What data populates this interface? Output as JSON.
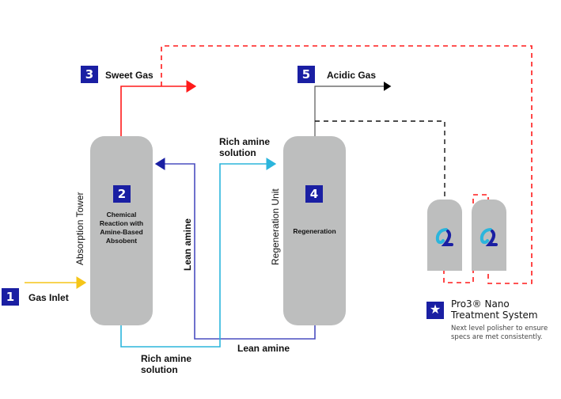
{
  "steps": [
    {
      "num": "1",
      "label": "Gas Inlet"
    },
    {
      "num": "2",
      "label": "Chemical Reaction with Amine-Based Absobent"
    },
    {
      "num": "3",
      "label": "Sweet Gas"
    },
    {
      "num": "4",
      "label": "Regeneration"
    },
    {
      "num": "5",
      "label": "Acidic Gas"
    }
  ],
  "units": {
    "absorption": "Absorption Tower",
    "regeneration": "Regeneration Unit"
  },
  "flows": {
    "rich_top": "Rich amine solution",
    "rich_bottom": "Rich amine solution",
    "lean_vertical": "Lean amine",
    "lean_bottom": "Lean amine"
  },
  "inner": {
    "absorption_lines": [
      "Chemical",
      "Reaction with",
      "Amine-Based",
      "Absobent"
    ],
    "regeneration": "Regeneration"
  },
  "pro3": {
    "icon": "star-icon",
    "title_line1": "Pro3® Nano",
    "title_line2": "Treatment System",
    "desc_line1": "Next level polisher to ensure",
    "desc_line2": "specs are met consistently."
  },
  "rich_split": {
    "line1": "Rich amine",
    "line2": "solution"
  },
  "colors": {
    "badge": "#1a1fa3",
    "sweet_gas": "#ff1a1a",
    "gas_inlet": "#f5c518",
    "lean_amine": "#4a4ec0",
    "rich_amine": "#2bb5dc",
    "acidic_gas": "#000000",
    "vessel": "#bdbebe"
  }
}
